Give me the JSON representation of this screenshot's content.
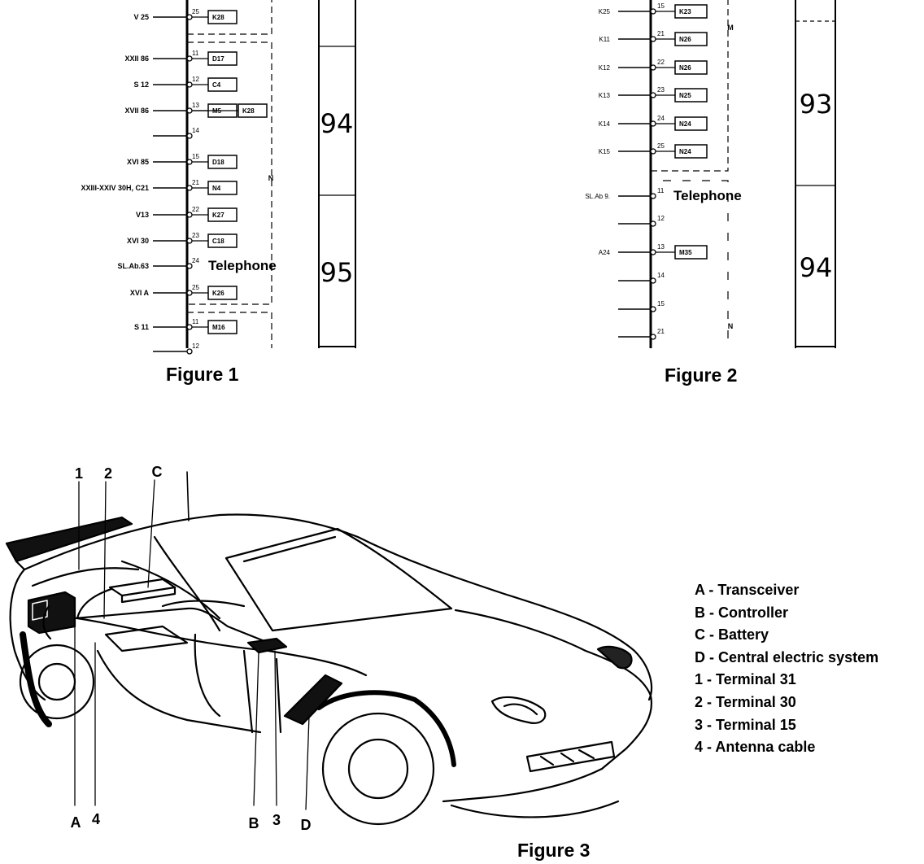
{
  "figures": {
    "figure1": {
      "caption": "Figure 1",
      "rows": [
        {
          "signal": "V 25",
          "terminal": "25",
          "boxes": [
            "K28"
          ]
        },
        {
          "signal": "XXII 86",
          "terminal": "11",
          "boxes": [
            "D17"
          ]
        },
        {
          "signal": "S 12",
          "terminal": "12",
          "boxes": [
            "C4"
          ]
        },
        {
          "signal": "XVII 86",
          "terminal": "13",
          "boxes": [
            "M5",
            "K28"
          ]
        },
        {
          "signal": "",
          "terminal": "14",
          "boxes": []
        },
        {
          "signal": "XVI 85",
          "terminal": "15",
          "boxes": [
            "D18"
          ]
        },
        {
          "signal": "XXIII-XXIV 30H, C21",
          "terminal": "21",
          "boxes": [
            "N4"
          ]
        },
        {
          "signal": "V13",
          "terminal": "22",
          "boxes": [
            "K27"
          ]
        },
        {
          "signal": "XVI 30",
          "terminal": "23",
          "boxes": [
            "C18"
          ]
        },
        {
          "signal": "SL.Ab.63",
          "terminal": "24",
          "boxes": [],
          "text": "Telephone"
        },
        {
          "signal": "XVI A",
          "terminal": "25",
          "boxes": [
            "K26"
          ]
        },
        {
          "signal": "S 11",
          "terminal": "11",
          "boxes": [
            "M16"
          ]
        },
        {
          "signal": "",
          "terminal": "12",
          "boxes": []
        }
      ],
      "group_label": "N",
      "panel_numbers": [
        "94",
        "95"
      ]
    },
    "figure2": {
      "caption": "Figure 2",
      "rows": [
        {
          "signal": "K25",
          "terminal": "15",
          "boxes": [
            "K23"
          ]
        },
        {
          "signal": "K11",
          "terminal": "21",
          "boxes": [
            "N26"
          ]
        },
        {
          "signal": "K12",
          "terminal": "22",
          "boxes": [
            "N26"
          ]
        },
        {
          "signal": "K13",
          "terminal": "23",
          "boxes": [
            "N25"
          ]
        },
        {
          "signal": "K14",
          "terminal": "24",
          "boxes": [
            "N24"
          ]
        },
        {
          "signal": "K15",
          "terminal": "25",
          "boxes": [
            "N24"
          ]
        },
        {
          "signal": "SL.Ab 9.",
          "terminal": "11",
          "boxes": [],
          "text": "Telephone"
        },
        {
          "signal": "",
          "terminal": "12",
          "boxes": []
        },
        {
          "signal": "A24",
          "terminal": "13",
          "boxes": [
            "M35"
          ]
        },
        {
          "signal": "",
          "terminal": "14",
          "boxes": []
        },
        {
          "signal": "",
          "terminal": "15",
          "boxes": []
        },
        {
          "signal": "",
          "terminal": "21",
          "boxes": []
        }
      ],
      "group_labels": [
        "M",
        "N"
      ],
      "panel_numbers": [
        "93",
        "94"
      ]
    },
    "figure3": {
      "caption": "Figure 3",
      "callouts": [
        "1",
        "2",
        "C",
        "A",
        "4",
        "B",
        "3",
        "D"
      ],
      "legend": [
        "A - Transceiver",
        "B - Controller",
        "C - Battery",
        "D - Central electric system",
        "1 - Terminal 31",
        "2 - Terminal 30",
        "3 - Terminal 15",
        "4 - Antenna cable"
      ]
    }
  }
}
